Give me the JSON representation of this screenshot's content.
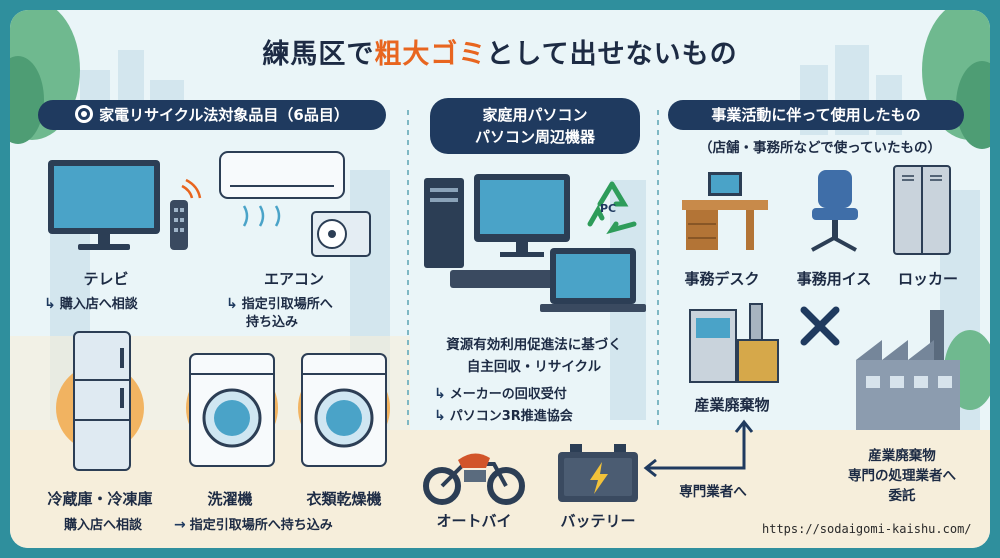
{
  "title": {
    "prefix": "練馬区で",
    "highlight": "粗大ゴミ",
    "suffix": "として出せないもの"
  },
  "colors": {
    "accent": "#e8651f",
    "navy": "#1f3a5f",
    "teal": "#2f8f9d",
    "cream": "#f6eedb"
  },
  "section_appliance": {
    "header": "家電リサイクル法対象品目（6品目）",
    "items": {
      "tv": {
        "name": "テレビ",
        "note": "購入店へ相談"
      },
      "aircon": {
        "name": "エアコン",
        "note_line1": "指定引取場所へ",
        "note_line2": "持ち込み"
      },
      "fridge": {
        "name": "冷蔵庫・冷凍庫"
      },
      "washer": {
        "name": "洗濯機"
      },
      "dryer": {
        "name": "衣類乾燥機"
      }
    },
    "bottom_note1": "購入店へ相談",
    "bottom_note2": "指定引取場所へ持ち込み"
  },
  "section_pc": {
    "header_line1": "家庭用パソコン",
    "header_line2": "パソコン周辺機器",
    "recycle_badge": "PC",
    "desc_line1": "資源有効利用促進法に基づく",
    "desc_line2": "自主回収・リサイクル",
    "route1": "メーカーの回収受付",
    "route2": "パソコン3R推進協会"
  },
  "section_business": {
    "header": "事業活動に伴って使用したもの",
    "subheader": "（店舗・事務所などで使っていたもの）",
    "items": {
      "desk": "事務デスク",
      "chair": "事務用イス",
      "locker": "ロッカー"
    },
    "industrial": "産業廃棄物",
    "factory_line1": "産業廃棄物",
    "factory_line2": "専門の処理業者へ",
    "factory_line3": "委託"
  },
  "section_misc": {
    "motorbike": "オートバイ",
    "battery": "バッテリー",
    "dealer": "専門業者へ"
  },
  "url": "https://sodaigomi-kaishu.com/"
}
